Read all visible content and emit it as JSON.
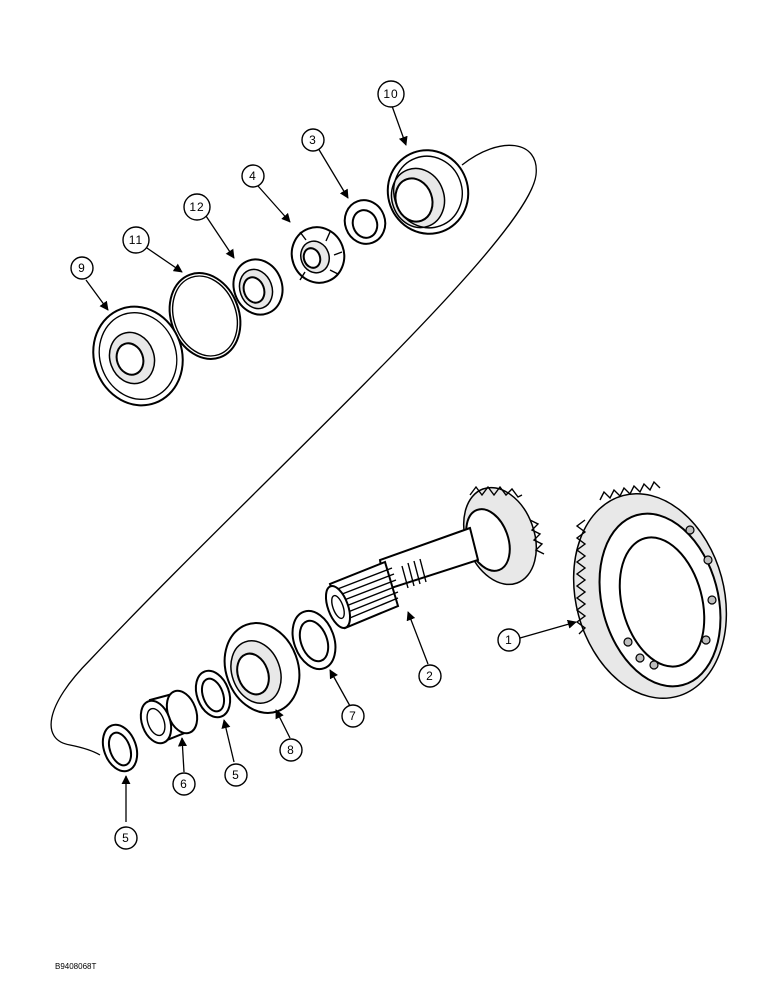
{
  "figure_code": "B9408068T",
  "callouts": [
    {
      "id": "c1",
      "label": "1"
    },
    {
      "id": "c2",
      "label": "2"
    },
    {
      "id": "c3",
      "label": "3"
    },
    {
      "id": "c4",
      "label": "4"
    },
    {
      "id": "c5a",
      "label": "5"
    },
    {
      "id": "c5b",
      "label": "5"
    },
    {
      "id": "c6",
      "label": "6"
    },
    {
      "id": "c7",
      "label": "7"
    },
    {
      "id": "c8",
      "label": "8"
    },
    {
      "id": "c9",
      "label": "9"
    },
    {
      "id": "c10",
      "label": "10"
    },
    {
      "id": "c11",
      "label": "11"
    },
    {
      "id": "c12",
      "label": "12"
    }
  ]
}
